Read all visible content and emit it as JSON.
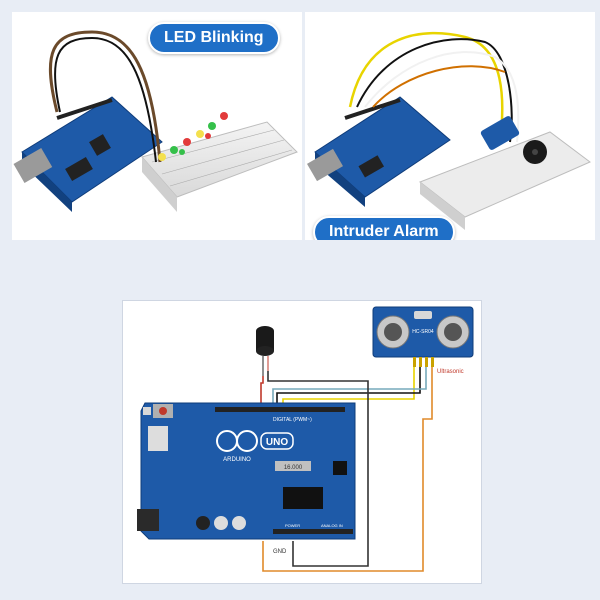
{
  "panels": {
    "left": {
      "label": "LED Blinking"
    },
    "right": {
      "label": "Intruder Alarm"
    }
  },
  "diagram": {
    "sensor_label": "HC-SR04",
    "sensor_caption": "Ultrasonic",
    "board_label": "UNO",
    "board_brand": "ARDUINO",
    "digital_label": "DIGITAL (PWM~)",
    "power_label": "POWER",
    "analog_label": "ANALOG IN",
    "gnd_label": "GND",
    "crystal_label": "16.000"
  },
  "colors": {
    "pill": "#1f6fc7",
    "board": "#1e5aa8",
    "background": "#e8edf5"
  }
}
